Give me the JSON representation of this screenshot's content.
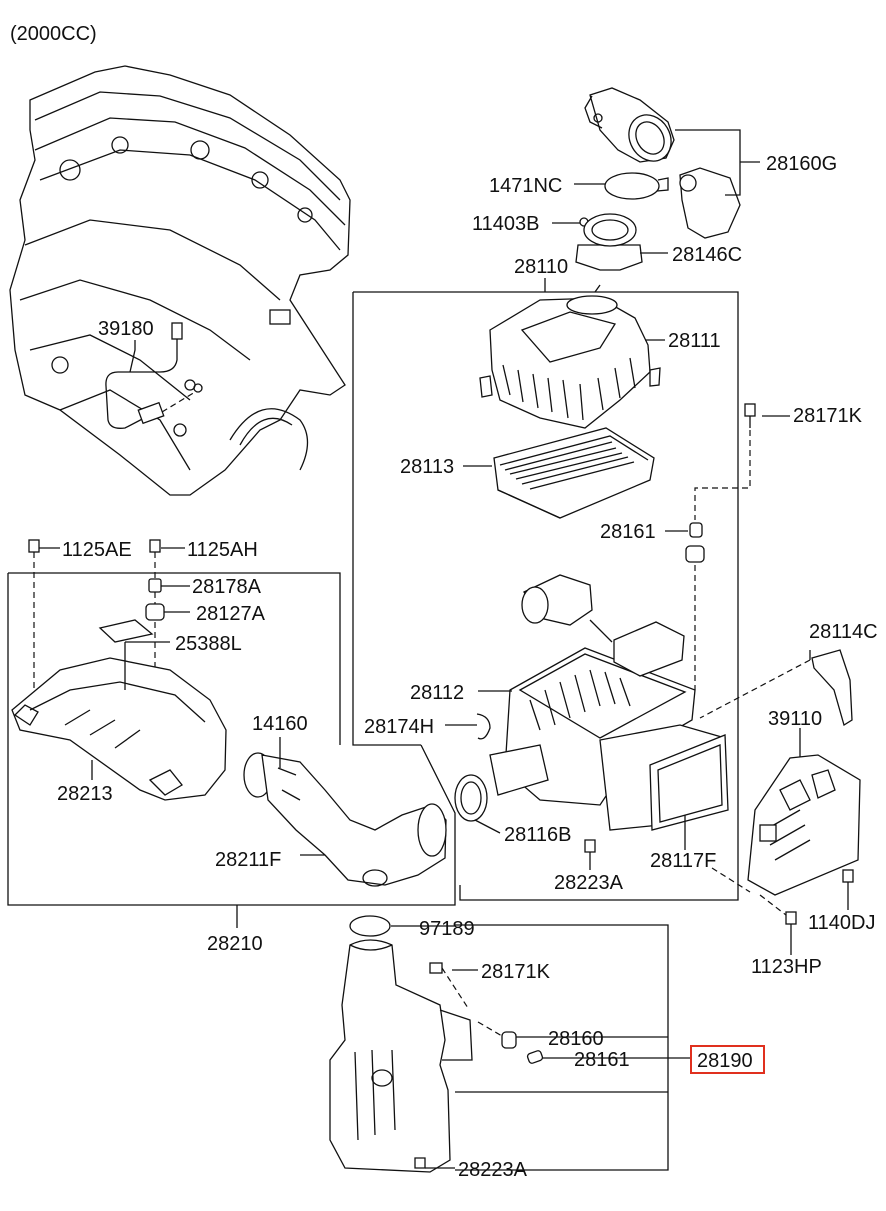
{
  "diagram": {
    "header": "(2000CC)",
    "highlight_color": "#e0301e",
    "labels": {
      "l28160G": "28160G",
      "l1471NC": "1471NC",
      "l11403B": "11403B",
      "l28146C": "28146C",
      "l28110": "28110",
      "l28111": "28111",
      "l39180": "39180",
      "l28171K_top": "28171K",
      "l28113": "28113",
      "l28161_top": "28161",
      "l1125AE": "1125AE",
      "l1125AH": "1125AH",
      "l28178A": "28178A",
      "l28127A": "28127A",
      "l25388L": "25388L",
      "l28114C": "28114C",
      "l28112": "28112",
      "l39110": "39110",
      "l14160": "14160",
      "l28174H": "28174H",
      "l28213": "28213",
      "l28116B": "28116B",
      "l28117F": "28117F",
      "l28211F": "28211F",
      "l28223A_mid": "28223A",
      "l1140DJ": "1140DJ",
      "l28210": "28210",
      "l97189": "97189",
      "l1123HP": "1123HP",
      "l28171K_bot": "28171K",
      "l28160": "28160",
      "l28161_bot": "28161",
      "l28190": "28190",
      "l28223A_bot": "28223A"
    }
  }
}
